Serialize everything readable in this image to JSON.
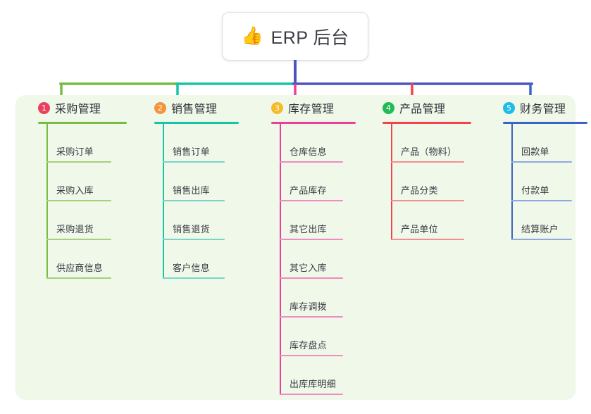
{
  "root": {
    "icon": "thumbs-up-icon",
    "icon_glyph": "👍",
    "title": "ERP 后台"
  },
  "palette": {
    "panel_bg": "#eff8e9",
    "card_bg": "#ffffff",
    "root_line": "#4a55c0",
    "text": "#3c3c46"
  },
  "columns": [
    {
      "index": "1",
      "badge_color": "#e8415f",
      "line_color": "#78bb42",
      "leaf_line_color": "#a5d07c",
      "title": "采购管理",
      "leaves": [
        "采购订单",
        "采购入库",
        "采购退货",
        "供应商信息"
      ]
    },
    {
      "index": "2",
      "badge_color": "#f5943a",
      "line_color": "#16c4a8",
      "leaf_line_color": "#79d6c6",
      "title": "销售管理",
      "leaves": [
        "销售订单",
        "销售出库",
        "销售退货",
        "客户信息"
      ]
    },
    {
      "index": "3",
      "badge_color": "#f5bc2a",
      "line_color": "#ec3f99",
      "leaf_line_color": "#f08cc0",
      "title": "库存管理",
      "leaves": [
        "仓库信息",
        "产品库存",
        "其它出库",
        "其它入库",
        "库存调拨",
        "库存盘点",
        "出库库明细"
      ]
    },
    {
      "index": "4",
      "badge_color": "#23ba57",
      "line_color": "#f4424a",
      "leaf_line_color": "#f58f8f",
      "title": "产品管理",
      "leaves": [
        "产品（物料）",
        "产品分类",
        "产品单位"
      ]
    },
    {
      "index": "5",
      "badge_color": "#1fbbe9",
      "line_color": "#3b63c8",
      "leaf_line_color": "#90a8e0",
      "title": "财务管理",
      "leaves": [
        "回款单",
        "付款单",
        "结算账户"
      ]
    }
  ],
  "connector": {
    "stem_color": "#4a55c0",
    "segments": [
      {
        "name": "segment-1",
        "color": "#78bb42"
      },
      {
        "name": "segment-2",
        "color": "#16c4a8"
      },
      {
        "name": "segment-3",
        "color": "#4a55c0"
      },
      {
        "name": "segment-4",
        "color": "#4a55c0"
      }
    ],
    "drops": [
      {
        "name": "drop-1",
        "color": "#78bb42"
      },
      {
        "name": "drop-2",
        "color": "#16c4a8"
      },
      {
        "name": "drop-3",
        "color": "#ec3f99"
      },
      {
        "name": "drop-4",
        "color": "#f4424a"
      },
      {
        "name": "drop-5",
        "color": "#3b63c8"
      }
    ]
  }
}
